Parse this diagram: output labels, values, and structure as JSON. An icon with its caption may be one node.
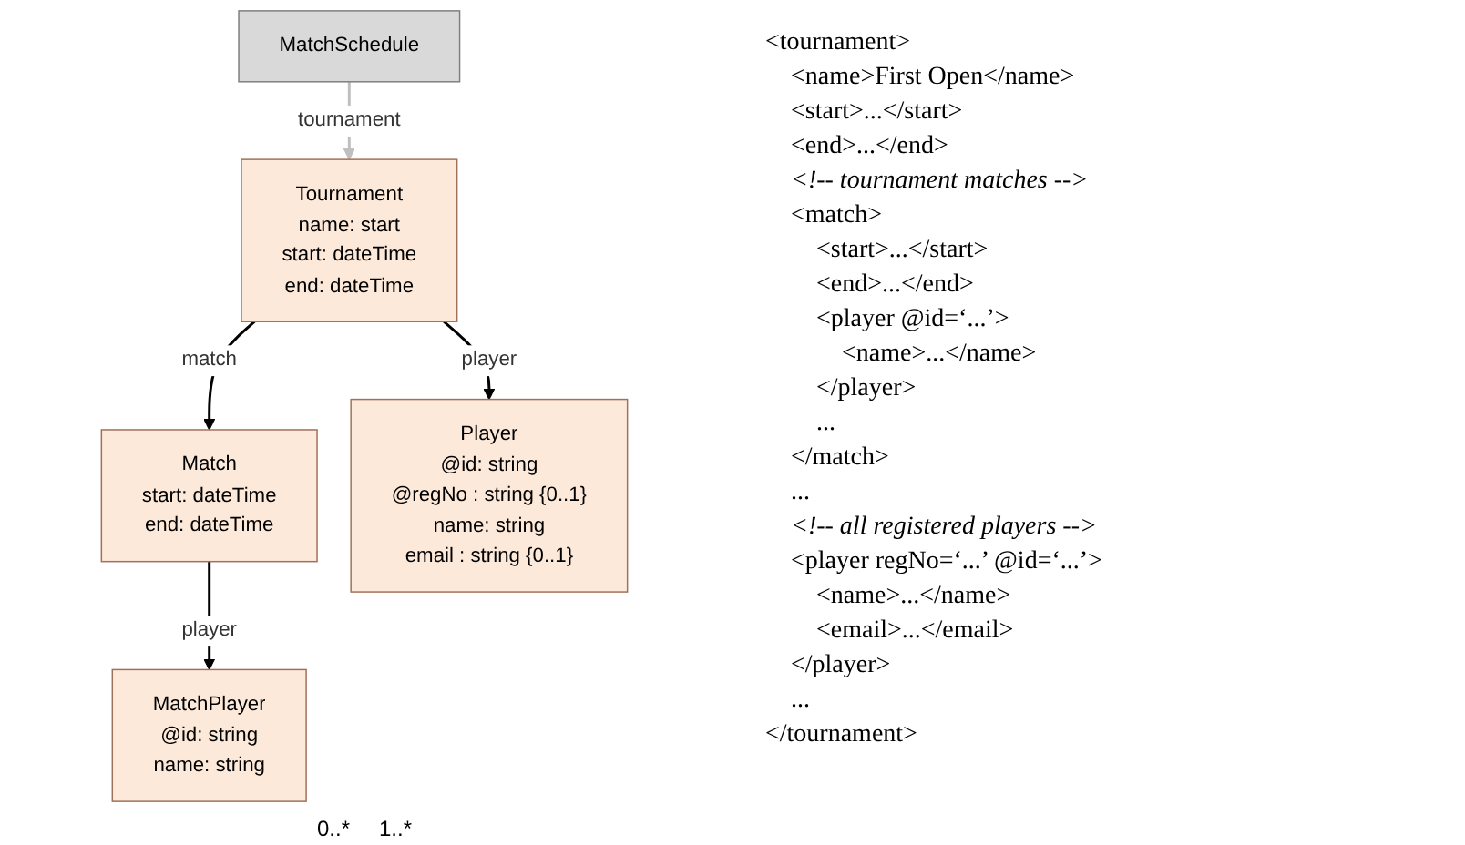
{
  "diagram": {
    "nodes": [
      {
        "text": [
          "MatchSchedule"
        ]
      },
      {
        "text": [
          "Tournament",
          "name: start",
          "start: dateTime",
          "end: dateTime"
        ]
      },
      {
        "text": [
          "Match",
          "start: dateTime",
          "end: dateTime"
        ]
      },
      {
        "text": [
          "Player",
          "@id: string",
          "@regNo : string {0..1}",
          "name: string",
          "email : string {0..1}"
        ]
      },
      {
        "text": [
          "MatchPlayer",
          "@id: string",
          "name: string"
        ]
      }
    ],
    "edges": [
      {
        "from": 0,
        "to": 1,
        "arrow": "to",
        "label": "tournament",
        "color": "#bfbfbf"
      },
      {
        "from": 1,
        "to": 2,
        "arrow": "to",
        "label": "match"
      },
      {
        "from": 1,
        "to": 3,
        "arrow": "to",
        "label": "player"
      },
      {
        "from": 2,
        "to": 4,
        "arrow": "to",
        "label": "player"
      }
    ],
    "labels": [
      "0..*",
      "1..*",
      "<tournament>",
      "<name>First Open</name>",
      "<start>...</start>",
      "<end>...</end>",
      "<!-- tournament matches -->",
      "<match>",
      "<start>...</start>",
      "<end>...</end>",
      "<player @id=‘...’>",
      "<name>...</name>",
      "</player>",
      "...",
      "</match>",
      "...",
      "<!-- all registered players -->",
      "<player regNo=‘...’ @id=‘...’>",
      "<name>...</name>",
      "<email>...</email>",
      "</player>",
      "...",
      "</tournament>"
    ]
  }
}
